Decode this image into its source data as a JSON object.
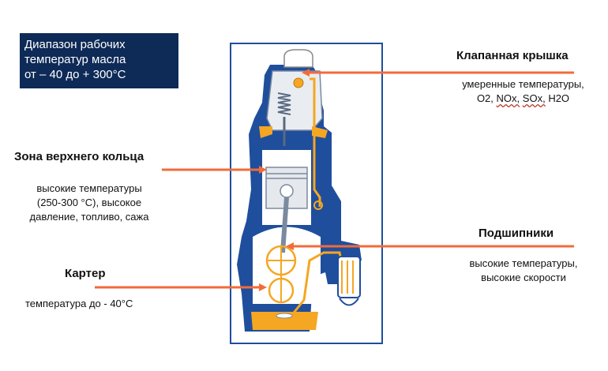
{
  "info_box": {
    "lines": [
      "Диапазон рабочих",
      "температур масла",
      "от – 40 до + 300°C"
    ]
  },
  "valve_cover": {
    "title": "Клапанная крышка",
    "desc_line1": "умеренные температуры,",
    "desc_o2": "O2,",
    "desc_nox": "NOx,",
    "desc_sox": "SOx,",
    "desc_h2o": "H2O"
  },
  "top_ring": {
    "title": "Зона верхнего кольца",
    "desc_lines": [
      "высокие температуры",
      "(250-300 °C), высокое",
      "давление, топливо, сажа"
    ]
  },
  "bearings": {
    "title": "Подшипники",
    "desc_lines": [
      "высокие температуры,",
      "высокие скорости"
    ]
  },
  "crankcase": {
    "title": "Картер",
    "desc": "температура до - 40°C"
  },
  "colors": {
    "navy": "#0e2a57",
    "engine_blue": "#1f4e9c",
    "oil_orange": "#f5a623",
    "arrow_orange": "#f26b3a"
  }
}
